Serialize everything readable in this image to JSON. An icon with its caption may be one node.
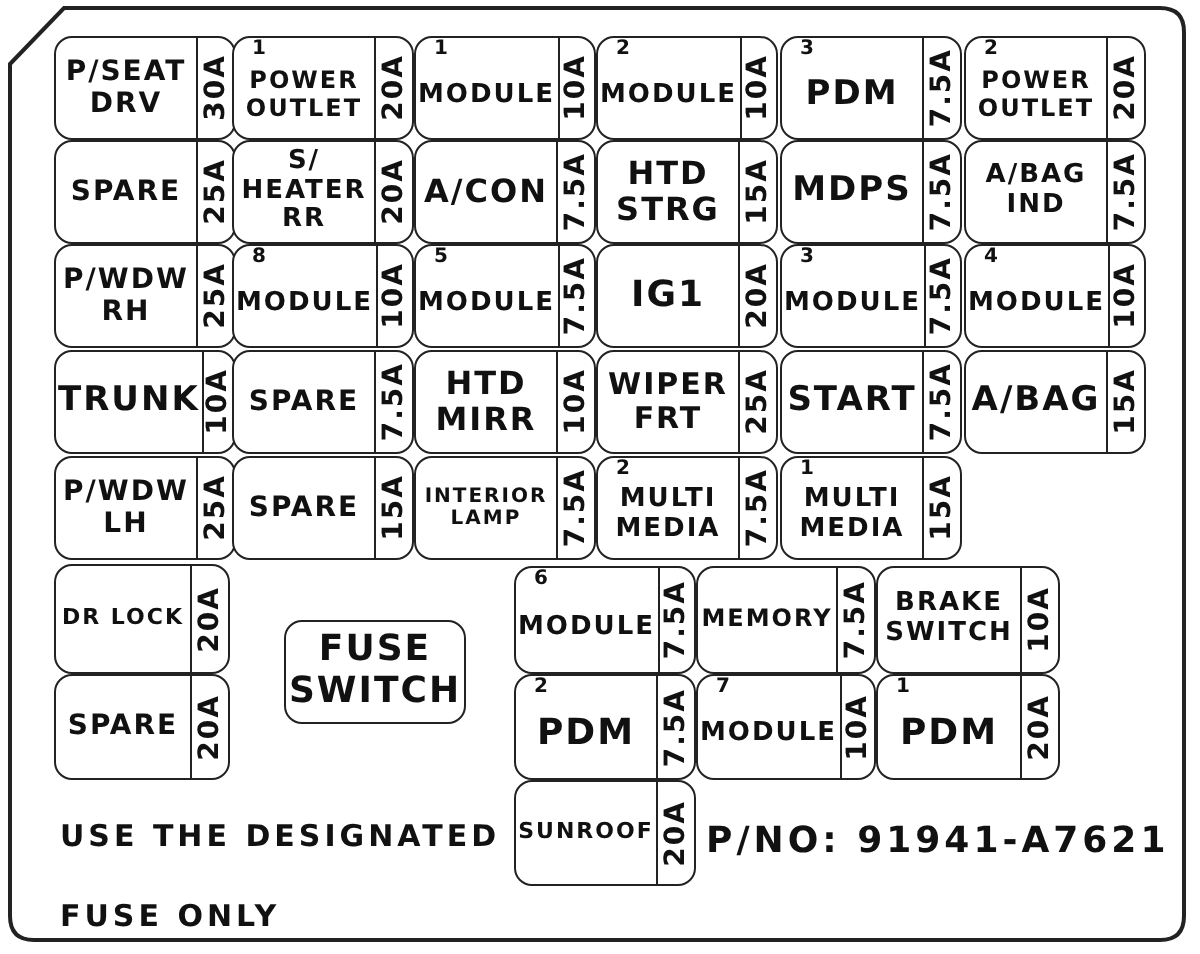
{
  "diagram": {
    "nodes": [
      {
        "text": [
          "P/SEAT DRV",
          "30A"
        ]
      },
      {
        "text": [
          "1",
          "POWER OUTLET",
          "20A"
        ]
      },
      {
        "text": [
          "1",
          "MODULE",
          "10A"
        ]
      },
      {
        "text": [
          "2",
          "MODULE",
          "10A"
        ]
      },
      {
        "text": [
          "3",
          "PDM",
          "7.5A"
        ]
      },
      {
        "text": [
          "2",
          "POWER OUTLET",
          "20A"
        ]
      },
      {
        "text": [
          "SPARE",
          "25A"
        ]
      },
      {
        "text": [
          "S/ HEATER RR",
          "20A"
        ]
      },
      {
        "text": [
          "A/CON",
          "7.5A"
        ]
      },
      {
        "text": [
          "HTD STRG",
          "15A"
        ]
      },
      {
        "text": [
          "MDPS",
          "7.5A"
        ]
      },
      {
        "text": [
          "A/BAG IND",
          "7.5A"
        ]
      },
      {
        "text": [
          "P/WDW RH",
          "25A"
        ]
      },
      {
        "text": [
          "8",
          "MODULE",
          "10A"
        ]
      },
      {
        "text": [
          "5",
          "MODULE",
          "7.5A"
        ]
      },
      {
        "text": [
          "IG1",
          "20A"
        ]
      },
      {
        "text": [
          "3",
          "MODULE",
          "7.5A"
        ]
      },
      {
        "text": [
          "4",
          "MODULE",
          "10A"
        ]
      },
      {
        "text": [
          "TRUNK",
          "10A"
        ]
      },
      {
        "text": [
          "SPARE",
          "7.5A"
        ]
      },
      {
        "text": [
          "HTD MIRR",
          "10A"
        ]
      },
      {
        "text": [
          "WIPER FRT",
          "25A"
        ]
      },
      {
        "text": [
          "START",
          "7.5A"
        ]
      },
      {
        "text": [
          "A/BAG",
          "15A"
        ]
      },
      {
        "text": [
          "P/WDW LH",
          "25A"
        ]
      },
      {
        "text": [
          "SPARE",
          "15A"
        ]
      },
      {
        "text": [
          "INTERIOR LAMP",
          "7.5A"
        ]
      },
      {
        "text": [
          "2",
          "MULTI MEDIA",
          "7.5A"
        ]
      },
      {
        "text": [
          "1",
          "MULTI MEDIA",
          "15A"
        ]
      },
      {
        "text": [
          "DR LOCK",
          "20A"
        ]
      },
      {
        "text": [
          "6",
          "MODULE",
          "7.5A"
        ]
      },
      {
        "text": [
          "MEMORY",
          "7.5A"
        ]
      },
      {
        "text": [
          "BRAKE SWITCH",
          "10A"
        ]
      },
      {
        "text": [
          "FUSE SWITCH"
        ]
      },
      {
        "text": [
          "SPARE",
          "20A"
        ]
      },
      {
        "text": [
          "2",
          "PDM",
          "7.5A"
        ]
      },
      {
        "text": [
          "7",
          "MODULE",
          "10A"
        ]
      },
      {
        "text": [
          "1",
          "PDM",
          "20A"
        ]
      },
      {
        "text": [
          "SUNROOF",
          "20A"
        ]
      }
    ],
    "labels": [
      "USE THE DESIGNATED FUSE ONLY",
      "P/NO: 91941-A7621"
    ]
  }
}
